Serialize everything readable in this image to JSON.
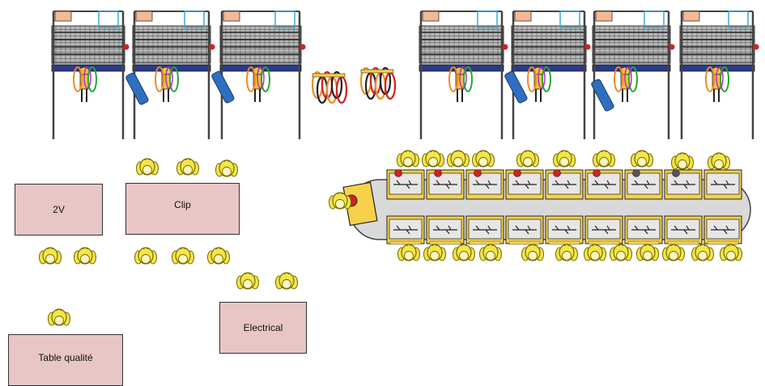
{
  "tables": {
    "table_2v": "2V",
    "table_clip": "Clip",
    "table_electrical": "Electrical",
    "table_quality": "Table qualité"
  },
  "colors": {
    "table_fill": "#e8c6c6",
    "worker_yellow": "#f2e64a",
    "worker_outline": "#7a6a00",
    "rack_gray": "#6a6a6a",
    "rack_shelf": "#9a9a9a",
    "rack_blue_bar": "#2a3a8a",
    "box_orange": "#f4b894",
    "box_blue_outline": "#39a8d8",
    "conveyor_gray": "#d9d9d9",
    "station_yellow": "#f6d24a",
    "wire_red": "#d42020",
    "wire_green": "#22aa33",
    "wire_orange": "#f08a24",
    "wire_black": "#222222",
    "carrier_blue": "#2f6fc0"
  },
  "icons": {
    "worker": "worker-topview-icon",
    "operator": "operator-standing-icon",
    "rack": "harness-rack-icon",
    "coil": "wire-coil-icon",
    "station": "assembly-station-icon",
    "cart": "blue-carrier-icon"
  }
}
